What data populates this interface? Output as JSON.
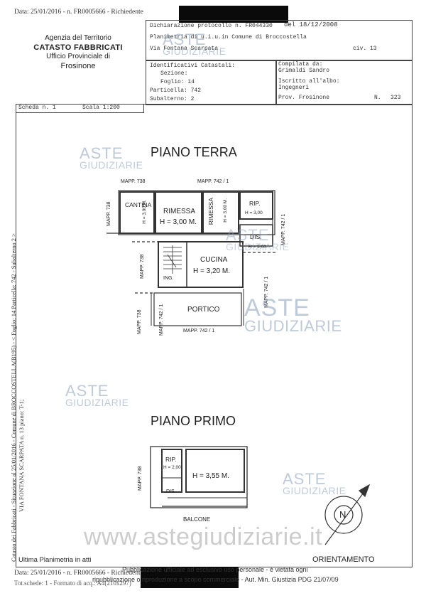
{
  "header": {
    "top_line": "Data: 25/01/2016 -  n. FR0005666 - Richiedente",
    "agency_line1": "Agenzia del Territorio",
    "agency_line2": "CATASTO FABBRICATI",
    "agency_line3": "Ufficio Provinciale di",
    "agency_line4": "Frosinone"
  },
  "form": {
    "dichiarazione": "Dichiarazione protocollo n. FR044330",
    "del": "del 18/12/2008",
    "planimetria": "Planimetria di u.i.u.in Comune di Broccostella",
    "via": "Via Fontana Scarpata",
    "civ": "civ. 13",
    "identificativi": "Identificativi Catastali:",
    "sezione": "Sezione:",
    "foglio": "Foglio: 14",
    "particella": "Particella: 742",
    "subalterno": "Subalterno: 2",
    "compilata": "Compilata da:",
    "compilatore": "Grimaldi Sandro",
    "iscritto": "Iscritto all'albo:",
    "albo": "Ingegneri",
    "prov": "Prov. Frosinone",
    "numero_label": "N.",
    "numero": "323",
    "scheda": "Scheda n. 1",
    "scala": "Scala 1:200"
  },
  "plan": {
    "piano_terra": "PIANO TERRA",
    "piano_primo": "PIANO PRIMO",
    "orientamento": "ORIENTAMENTO",
    "north": "N",
    "rooms": {
      "cantina": "CANTINA",
      "cantina_h": "H = 3,00 M.",
      "rimessa1": "RIMESSA",
      "rimessa1_h": "H = 3,00 M.",
      "rimessa2": "RIMESSA",
      "rimessa2_h": "H = 3,00 M.",
      "rip": "RIP.",
      "rip_h": "H = 3,00",
      "dis": "DIS.",
      "dis_h": "H = 3,00",
      "cucina": "CUCINA",
      "cucina_h": "H = 3,20 M.",
      "ing": "ING.",
      "portico": "PORTICO",
      "rip2": "RIP.",
      "rip2_h": "H = 2,00",
      "room_h355": "H = 3,55 M.",
      "dis2": "DIS.",
      "balcone": "BALCONE"
    },
    "mapp": {
      "m738_top": "MAPP. 738",
      "m742_top": "MAPP. 742 / 1",
      "m738_left": "MAPP. 738",
      "m742_right": "MAPP. 742 / 1",
      "m738_mid": "MAPP. 738",
      "m742_mid": "MAPP. 742 / 1",
      "m738_low": "MAPP. 738",
      "m742_low": "MAPP. 742 / 1",
      "m742_bottom": "MAPP. 742 / 1",
      "m738_primo": "MAPP. 738"
    }
  },
  "side_text": {
    "line1": "Catasto dei Fabbricati - Situazione al 25/01/2016 - Comune di BROCCOSTELLA(B195) - < Foglio: 14 Particella: 742 - Subalterno 2 >",
    "line2": "VIA FONTANA SCARPATA n. 13 piano: T-1;"
  },
  "footer": {
    "ultima": "Ultima Planimetria in atti",
    "data_line": "Data: 25/01/2016 -  n. FR0005666 - Richiedente",
    "tot_line": "Tot.schede: 1 - Formato di acq.: A4(210x297)",
    "pub1": "Pubblicazione ufficiale ad esclusivo uso personale - è vietata ogni",
    "pub2": "ripubblicazione o riproduzione a scopo commerciale - Aut. Min. Giustizia PDG 21/07/09",
    "watermark_url": "www.astegiudiziarie.it"
  },
  "watermarks": {
    "aste": "ASTE",
    "giudiziarie": "GIUDIZIARIE"
  }
}
